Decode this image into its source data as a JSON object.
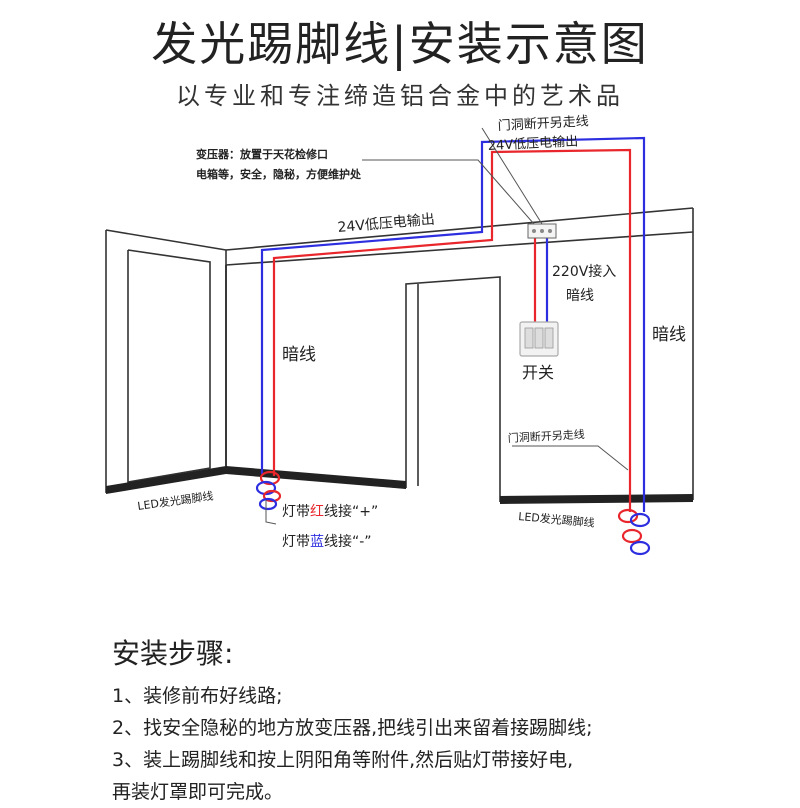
{
  "header": {
    "title": "发光踢脚线|安装示意图",
    "subtitle": "以专业和专注缔造铝合金中的艺术品"
  },
  "diagram": {
    "transformer_note_line1": "变压器：放置于天花检修口",
    "transformer_note_line2": "电箱等，安全，隐秘，方便维护处",
    "door_note_top_line1": "门洞断开另走线",
    "door_note_top_line2": "24V低压电输出",
    "output_24v": "24V低压电输出",
    "input_220v_line1": "220V接入",
    "input_220v_line2": "暗线",
    "hidden_wire_left": "暗线",
    "hidden_wire_right": "暗线",
    "switch_label": "开关",
    "door_note_bottom": "门洞断开另走线",
    "led_label_left": "LED发光踢脚线",
    "led_label_right": "LED发光踢脚线",
    "red_wire_note_prefix": "灯带",
    "red_wire_note_colorword": "红",
    "red_wire_note_suffix": "线接“+”",
    "blue_wire_note_prefix": "灯带",
    "blue_wire_note_colorword": "蓝",
    "blue_wire_note_suffix": "线接“-”",
    "colors": {
      "red_wire": "#e8262b",
      "blue_wire": "#2d2ee0",
      "outline": "#333333"
    }
  },
  "steps": {
    "heading": "安装步骤:",
    "items": [
      "1、装修前布好线路;",
      "2、找安全隐秘的地方放变压器,把线引出来留着接踢脚线;",
      "3、装上踢脚线和按上阴阳角等附件,然后贴灯带接好电,",
      "再装灯罩即可完成。"
    ]
  }
}
